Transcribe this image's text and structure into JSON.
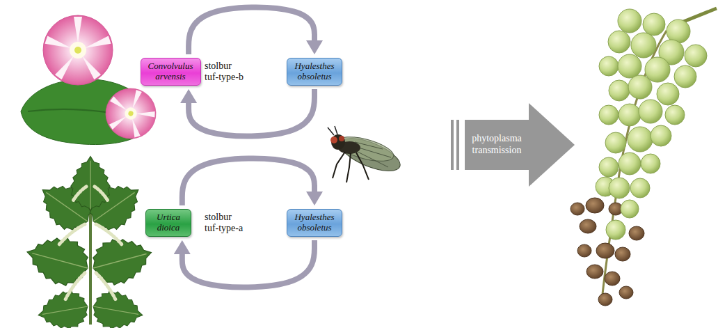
{
  "diagram": {
    "nodes": [
      {
        "text": [
          "Convolvulus arvensis"
        ]
      },
      {
        "text": [
          "Hyalesthes obsoletus"
        ]
      },
      {
        "text": [
          "Urtica dioica"
        ]
      },
      {
        "text": [
          "Hyalesthes obsoletus"
        ]
      },
      {
        "text": [
          "phytoplasma transmission"
        ]
      }
    ],
    "edges": [
      {
        "from": 0,
        "to": 1,
        "arrow": "to"
      },
      {
        "from": 1,
        "to": 0,
        "arrow": "to"
      },
      {
        "from": 2,
        "to": 3,
        "arrow": "to"
      },
      {
        "from": 3,
        "to": 2,
        "arrow": "to"
      }
    ],
    "labels": [
      "stolbur tuf-type-b",
      "stolbur tuf-type-a"
    ]
  }
}
